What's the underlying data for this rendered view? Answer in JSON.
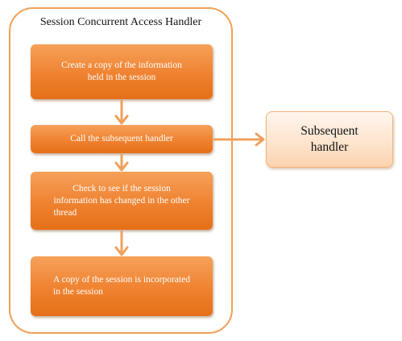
{
  "title": "Session Concurrent Access Handler",
  "steps": [
    {
      "lines": [
        "Create a copy of the information",
        "held in the session"
      ]
    },
    {
      "lines": [
        "Call the subsequent handler"
      ]
    },
    {
      "lines": [
        "Check to see if the session",
        "information has changed in the other",
        "thread"
      ]
    },
    {
      "lines": [
        "A copy of the session is incorporated",
        "in the session"
      ]
    }
  ],
  "external_handler": {
    "lines": [
      "Subsequent",
      "handler"
    ]
  },
  "colors": {
    "step_fill_top": "#f6a15a",
    "step_fill_bottom": "#e56f17",
    "arrow": "#f0a05a",
    "frame_border": "#f0a058",
    "external_fill": "#fde3cb"
  },
  "arrows": [
    {
      "from": "step-1",
      "to": "step-2"
    },
    {
      "from": "step-2",
      "to": "step-3"
    },
    {
      "from": "step-3",
      "to": "step-4"
    },
    {
      "from": "step-2",
      "to": "external-handler"
    }
  ]
}
